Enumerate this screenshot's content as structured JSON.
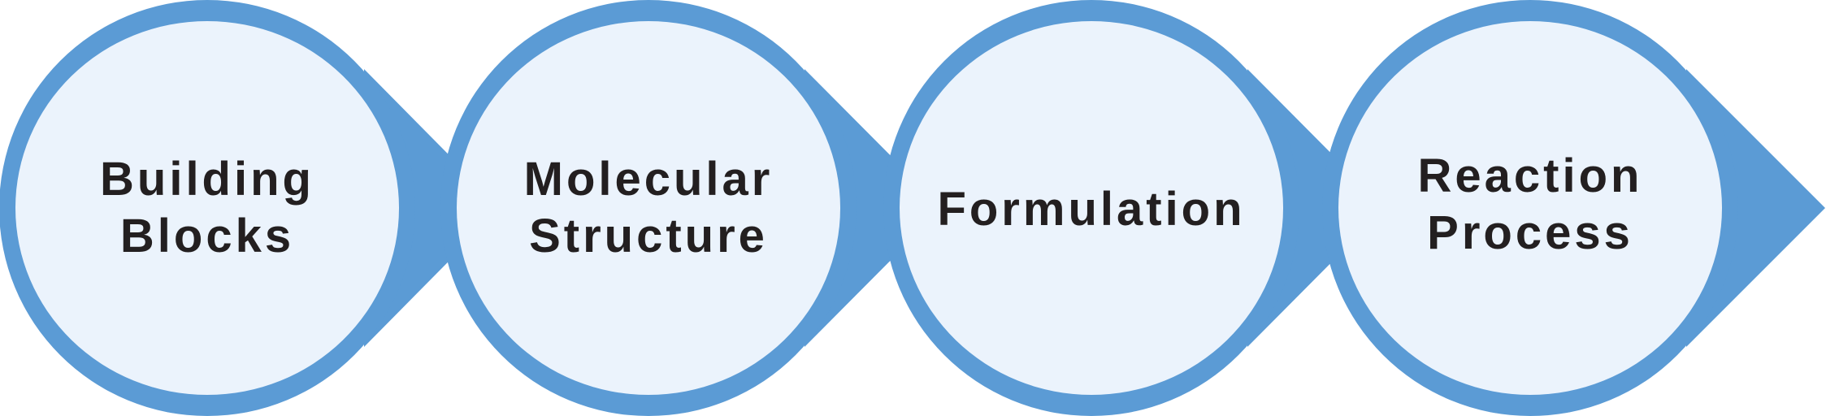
{
  "diagram": {
    "colors": {
      "ring": "#5b9bd5",
      "fill": "#ebf3fc",
      "text": "#231f20",
      "background": "#ffffff"
    },
    "steps": [
      {
        "line1": "Building",
        "line2": "Blocks"
      },
      {
        "line1": "Molecular",
        "line2": "Structure"
      },
      {
        "line1": "Formulation",
        "line2": ""
      },
      {
        "line1": "Reaction",
        "line2": "Process"
      }
    ]
  }
}
